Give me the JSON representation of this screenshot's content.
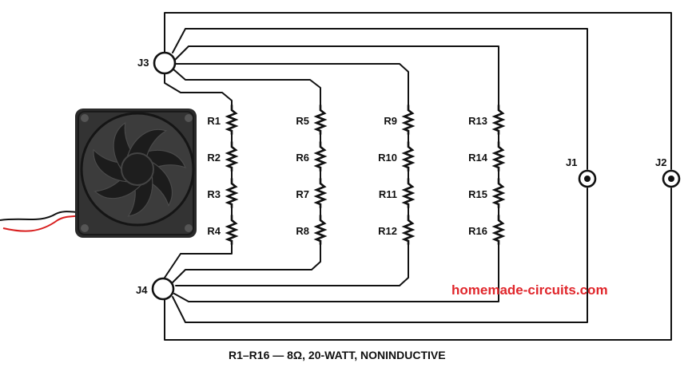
{
  "jacks": {
    "j1": "J1",
    "j2": "J2",
    "j3": "J3",
    "j4": "J4"
  },
  "resistors": [
    [
      "R1",
      "R2",
      "R3",
      "R4"
    ],
    [
      "R5",
      "R6",
      "R7",
      "R8"
    ],
    [
      "R9",
      "R10",
      "R11",
      "R12"
    ],
    [
      "R13",
      "R14",
      "R15",
      "R16"
    ]
  ],
  "watermark": "homemade-circuits.com",
  "caption": "R1–R16 — 8Ω, 20-WATT, NONINDUCTIVE",
  "colors": {
    "line": "#111111",
    "watermark": "#e0262b",
    "fan_body": "#2a2a2a",
    "fan_blade": "#1c1c1c",
    "wire_red": "#d81e1e",
    "wire_black": "#111111"
  },
  "icons": {
    "fan": "cooling-fan-image"
  }
}
